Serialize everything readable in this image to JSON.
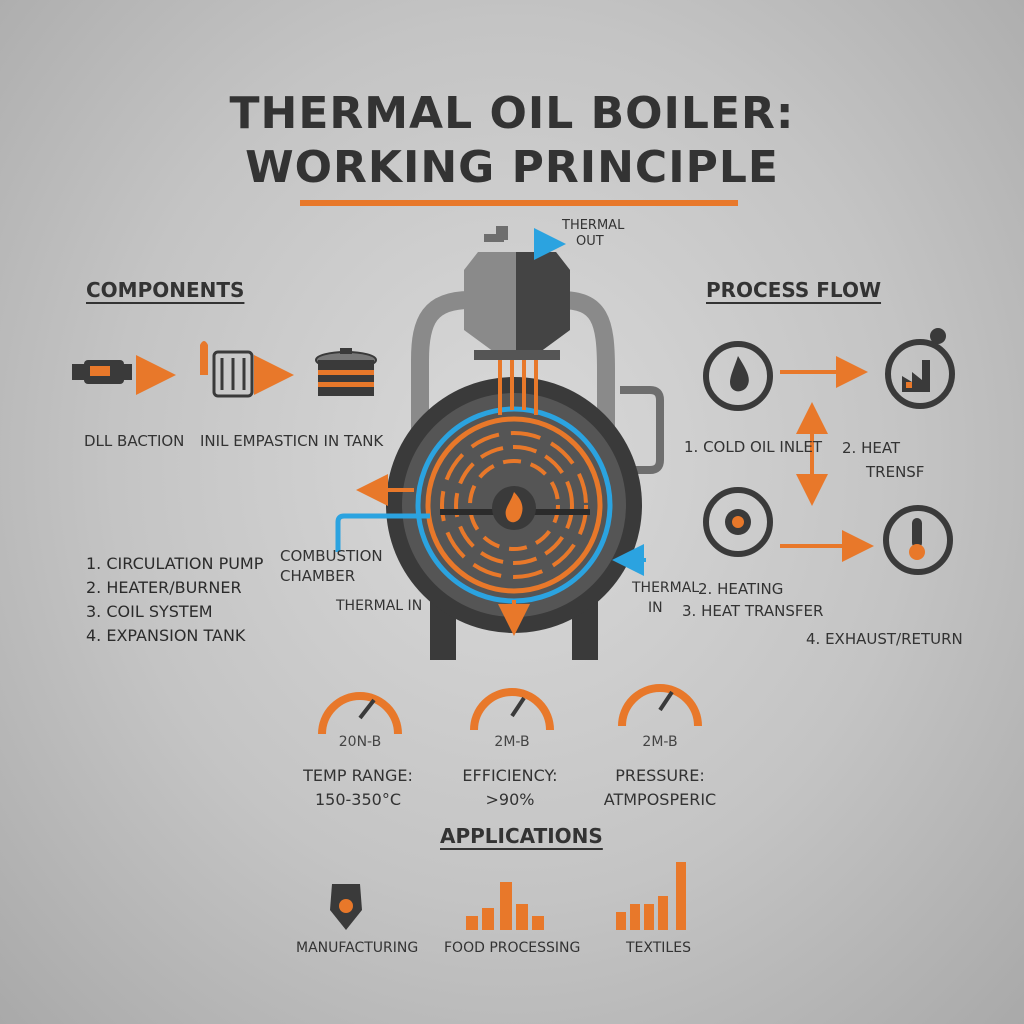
{
  "title": {
    "line1": "THERMAL OIL BOILER:",
    "line2": "WORKING PRINCIPLE"
  },
  "components": {
    "heading": "COMPONENTS",
    "icon_labels": [
      "DLL BACTION",
      "INIL EMPASTICN IN TANK"
    ],
    "list": [
      "1. CIRCULATION PUMP",
      "2. HEATER/BURNER",
      "3. COIL SYSTEM",
      "4. EXPANSION TANK"
    ]
  },
  "boiler": {
    "thermal_out": [
      "THERMAL",
      "OUT"
    ],
    "combustion_chamber": [
      "COMBUSTION",
      "CHAMBER"
    ],
    "thermal_in_left": "THERMAL IN",
    "thermal_in_right": [
      "THERMAL",
      "IN"
    ]
  },
  "process_flow": {
    "heading": "PROCESS FLOW",
    "step1": "1. COLD OIL INLET",
    "step2": [
      "2. HEAT",
      "TRENSF"
    ],
    "step3": [
      "2. HEATING",
      "3. HEAT TRANSFER"
    ],
    "step4": "4. EXHAUST/RETURN"
  },
  "gauges": [
    {
      "reading": "20N-B",
      "label": [
        "TEMP RANGE:",
        "150-350°C"
      ]
    },
    {
      "reading": "2M-B",
      "label": [
        "EFFICIENCY:",
        ">90%"
      ]
    },
    {
      "reading": "2M-B",
      "label": [
        "PRESSURE:",
        "ATMPOSPERIC"
      ]
    }
  ],
  "applications": {
    "heading": "APPLICATIONS",
    "items": [
      "MANUFACTURING",
      "FOOD PROCESSING",
      "TEXTILES"
    ]
  },
  "colors": {
    "accent": "#e8782a",
    "blue": "#2ba3e0",
    "dark": "#3a3a3a"
  }
}
